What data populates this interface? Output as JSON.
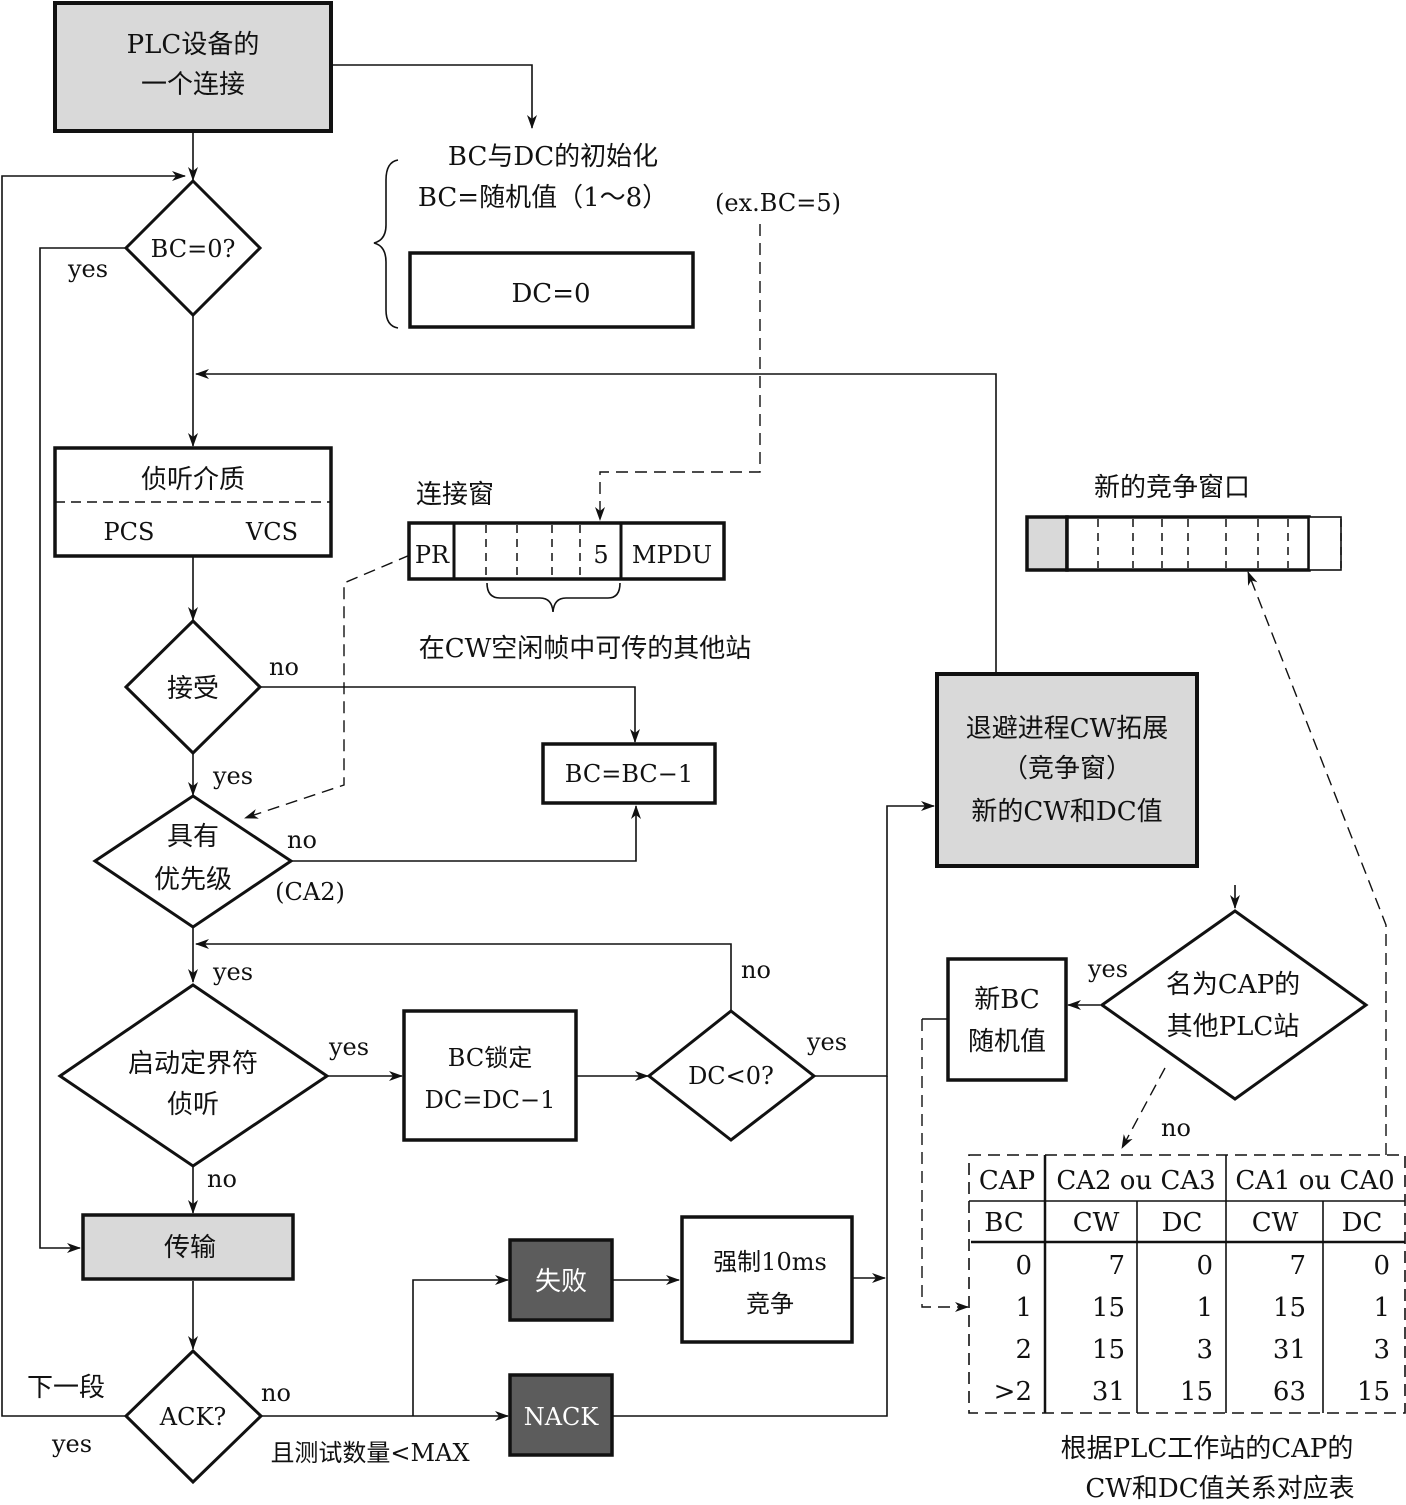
{
  "colors": {
    "line": "#111111",
    "gray_fill": "#d9d9d9",
    "dark_fill": "#5c5c5c",
    "white": "#ffffff"
  },
  "start": {
    "line1": "PLC设备的",
    "line2": "一个连接"
  },
  "init": {
    "title": "BC与DC的初始化",
    "bc_rule": "BC=随机值（1～8）",
    "example": "(ex.BC=5)",
    "dc_box": "DC=0"
  },
  "bc_zero": {
    "label": "BC=0?",
    "yes": "yes"
  },
  "sense": {
    "title": "侦听介质",
    "left": "PCS",
    "right": "VCS"
  },
  "conn_window": {
    "title": "连接窗",
    "pr": "PR",
    "slot_value": "5",
    "mpdu": "MPDU",
    "caption": "在CW空闲帧中可传的其他站"
  },
  "accept": {
    "label": "接受",
    "no": "no",
    "yes": "yes"
  },
  "bc_dec": {
    "label": "BC=BC−1"
  },
  "priority": {
    "line1": "具有",
    "line2": "优先级",
    "note": "(CA2)",
    "no": "no",
    "yes": "yes"
  },
  "delimiter": {
    "line1": "启动定界符",
    "line2": "侦听",
    "yes": "yes",
    "no": "no"
  },
  "bc_lock": {
    "line1": "BC锁定",
    "line2": "DC=DC−1"
  },
  "dc_check": {
    "label": "DC<0?",
    "no": "no",
    "yes": "yes"
  },
  "transmit": {
    "label": "传输"
  },
  "ack": {
    "label": "ACK?",
    "no": "no",
    "yes": "yes",
    "next": "下一段",
    "cond": "且测试数量<MAX"
  },
  "fail": {
    "label": "失败"
  },
  "nack": {
    "label": "NACK"
  },
  "force": {
    "line1": "强制10ms",
    "line2": "竞争"
  },
  "backoff": {
    "line1": "退避进程CW拓展",
    "line2": "（竞争窗）",
    "line3": "新的CW和DC值"
  },
  "new_cw": {
    "title": "新的竞争窗口"
  },
  "cap_check": {
    "line1": "名为CAP的",
    "line2": "其他PLC站",
    "yes": "yes",
    "no": "no"
  },
  "new_bc": {
    "line1": "新BC",
    "line2": "随机值"
  },
  "table": {
    "header_row1": [
      "CAP",
      "CA2 ou CA3",
      "CA1 ou CA0"
    ],
    "header_row2": [
      "BC",
      "CW",
      "DC",
      "CW",
      "DC"
    ],
    "rows": [
      [
        "0",
        "7",
        "0",
        "7",
        "0"
      ],
      [
        "1",
        "15",
        "1",
        "15",
        "1"
      ],
      [
        "2",
        "15",
        "3",
        "31",
        "3"
      ],
      [
        ">2",
        "31",
        "15",
        "63",
        "15"
      ]
    ],
    "caption1": "根据PLC工作站的CAP的",
    "caption2": "CW和DC值关系对应表"
  }
}
